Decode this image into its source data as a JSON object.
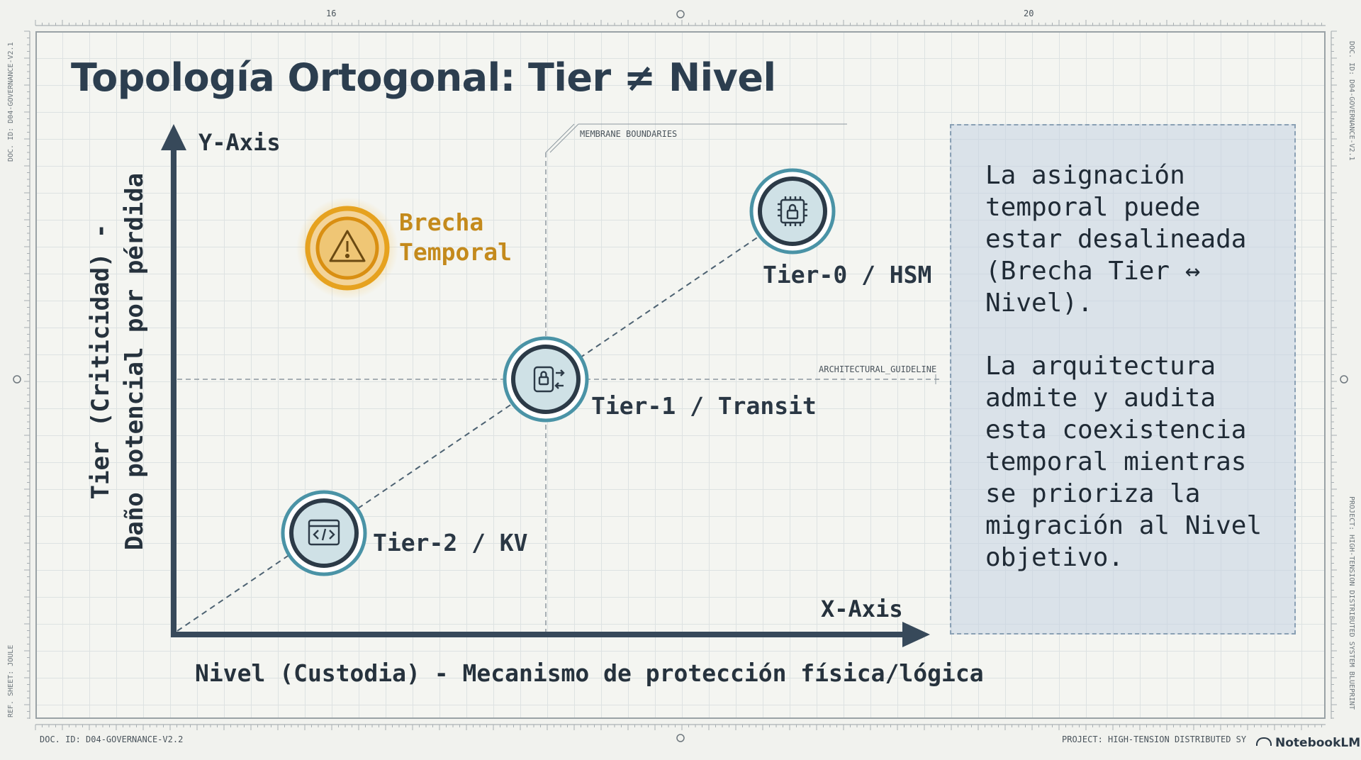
{
  "title": "Topología Ortogonal: Tier ≠ Nivel",
  "axes": {
    "y_name": "Y-Axis",
    "x_name": "X-Axis",
    "y_label_line1": "Tier (Criticidad) -",
    "y_label_line2": "Daño potencial por pérdida",
    "x_label": "Nivel (Custodia) - Mecanismo de protección física/lógica"
  },
  "annotations": {
    "membrane": "MEMBRANE BOUNDARIES",
    "guideline": "ARCHITECTURAL_GUIDELINE"
  },
  "nodes": [
    {
      "label": "Tier-0 / HSM",
      "icon": "chip-lock-icon",
      "color": "#4a93a6"
    },
    {
      "label": "Tier-1 / Transit",
      "icon": "lock-transit-icon",
      "color": "#4a93a6"
    },
    {
      "label": "Tier-2 / KV",
      "icon": "code-window-icon",
      "color": "#4a93a6"
    }
  ],
  "gap": {
    "line1": "Brecha",
    "line2": "Temporal",
    "icon": "warning-icon",
    "color": "#e6a21f"
  },
  "note": {
    "para1": "La asignación temporal puede estar desalineada (Brecha Tier ↔ Nivel).",
    "para2": "La arquitectura admite y audita esta coexistencia temporal mientras se prioriza la migración al Nivel objetivo."
  },
  "ruler": {
    "top_left": "16",
    "top_right": "20"
  },
  "footer": {
    "doc_id": "DOC. ID: D04-GOVERNANCE-V2.2",
    "project": "PROJECT: HIGH-TENSION DISTRIBUTED SY",
    "logo": "NotebookLM"
  },
  "margin": {
    "left_top": "DOC. ID: D04-GOVERNANCE-V2.1",
    "left_bottom": "REF. SHEET: JOULE",
    "right_top": "DOC. ID: D04-GOVERNANCE-V2.1",
    "right_bottom": "PROJECT: HIGH-TENSION DISTRIBUTED SYSTEM BLUEPRINT"
  }
}
